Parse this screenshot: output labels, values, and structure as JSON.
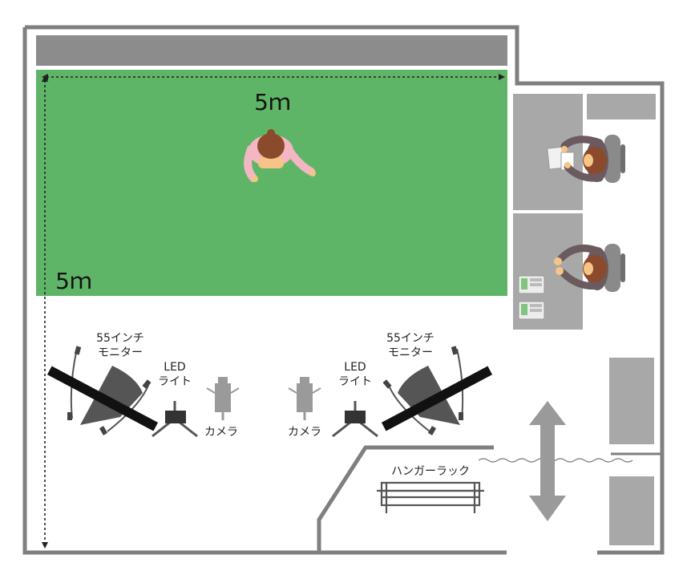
{
  "dimensions": {
    "width_label": "5ｍ",
    "depth_label": "5ｍ"
  },
  "equipment": {
    "monitor_left": "55インチ\nモニター",
    "monitor_right": "55インチ\nモニター",
    "light_left": "LED\nライト",
    "light_right": "LED\nライト",
    "camera_left": "カメラ",
    "camera_right": "カメラ",
    "hanger_rack": "ハンガーラック"
  },
  "colors": {
    "wall": "#7f7f7f",
    "green_screen": "#5fb567",
    "backdrop_bar": "#8c8c8c",
    "desk": "#a8a8a8",
    "equipment": "#555555",
    "skin": "#f6c486",
    "hair": "#8b4a2b",
    "presenter_top": "#f4b6c2",
    "staff_top": "#6b5a5e"
  }
}
